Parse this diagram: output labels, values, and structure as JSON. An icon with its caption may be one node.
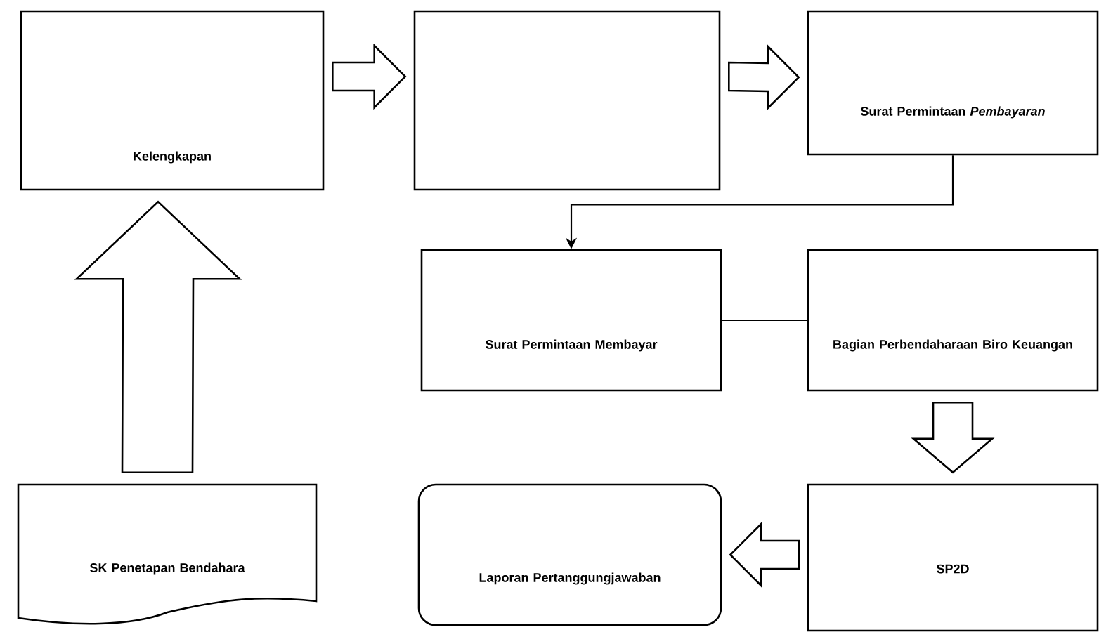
{
  "diagram": {
    "nodes": [
      {
        "text": [
          "Kelengkapan"
        ]
      },
      {
        "text": [],
        "shape": "box"
      },
      {
        "text": [
          "Surat Permintaan *Pembayaran*"
        ]
      },
      {
        "text": [
          "Surat Permintaan Membayar"
        ]
      },
      {
        "text": [
          "Bagian Perbendaharaan Biro Keuangan"
        ]
      },
      {
        "text": [
          "SK Penetapan Bendahara"
        ]
      },
      {
        "text": [
          "Laporan Pertanggungjawaban"
        ]
      },
      {
        "text": [
          "SP2D"
        ]
      }
    ],
    "edges": [
      {
        "from": 0,
        "to": 1,
        "arrow": "to"
      },
      {
        "from": 1,
        "to": 2,
        "arrow": "to"
      },
      {
        "from": 2,
        "to": 3,
        "arrow": "to"
      },
      {
        "from": 3,
        "to": 4,
        "arrow": "none"
      },
      {
        "from": 4,
        "to": 7,
        "arrow": "to"
      },
      {
        "from": 7,
        "to": 6,
        "arrow": "to"
      },
      {
        "from": 5,
        "to": 0,
        "arrow": "to"
      }
    ]
  }
}
